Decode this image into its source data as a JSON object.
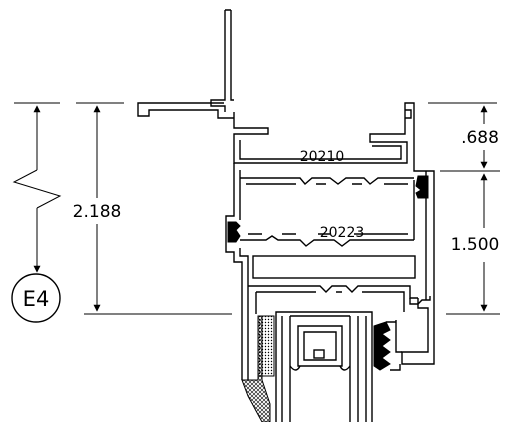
{
  "drawing": {
    "dimensions": {
      "overall": "2.188",
      "upper": ".688",
      "lower": "1.500"
    },
    "part_numbers": {
      "top_extrusion": "20210",
      "bottom_extrusion": "20223"
    },
    "section_marker": "E4",
    "colors": {
      "line": "#000000",
      "background": "#ffffff"
    }
  }
}
